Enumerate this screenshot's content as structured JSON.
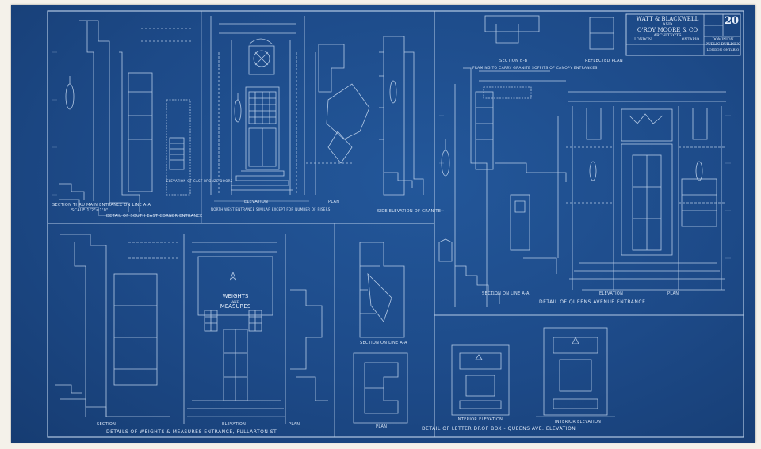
{
  "title_block": {
    "line1": "WATT & BLACKWELL",
    "line2": "AND",
    "line3": "O'ROY MOORE & CO",
    "line4": "ARCHITECTS",
    "city_left": "LONDON",
    "city_right": "ONTARIO",
    "sheet_no": "20",
    "project_line1": "DOMINION",
    "project_line2": "PUBLIC BUILDING",
    "project_line3": "LONDON ONTARIO"
  },
  "labels": {
    "section_main_entrance": "SECTION THRU MAIN ENTRANCE ON LINE A-A",
    "elevation_corner": "ELEVATION",
    "plan_corner": "PLAN",
    "detail_corner": "DETAIL OF SOUTH EAST CORNER ENTRANCE",
    "corner_note": "NORTH WEST ENTRANCE SIMILAR EXCEPT FOR NUMBER OF RISERS",
    "side_elevation": "SIDE ELEVATION OF GRANITE",
    "elevation_doors": "ELEVATION OF CAST BRONZE DOORS",
    "section_bb": "SECTION B-B",
    "reflected_plan": "REFLECTED PLAN",
    "framing_note": "FRAMING TO CARRY GRANITE SOFFITS OF CANOPY ENTRANCES",
    "section_aa": "SECTION ON LINE A-A",
    "elevation_queens": "ELEVATION",
    "plan_queens": "PLAN",
    "detail_queens": "DETAIL OF QUEENS AVENUE ENTRANCE",
    "sign_line1": "WEIGHTS",
    "sign_line2": "AND",
    "sign_line3": "MEASURES",
    "section_wm": "SECTION",
    "elevation_wm": "ELEVATION",
    "plan_wm": "PLAN",
    "detail_wm": "DETAILS OF WEIGHTS & MEASURES ENTRANCE, FULLARTON ST.",
    "section_line_aa": "SECTION ON LINE A-A",
    "plan_letterbox": "PLAN",
    "interior_elevation1": "INTERIOR ELEVATION",
    "interior_elevation2": "INTERIOR ELEVATION",
    "detail_letterbox": "DETAIL OF LETTER DROP BOX - QUEENS AVE. ELEVATION",
    "scale_note": "SCALE 1/2\"=1'0\""
  }
}
